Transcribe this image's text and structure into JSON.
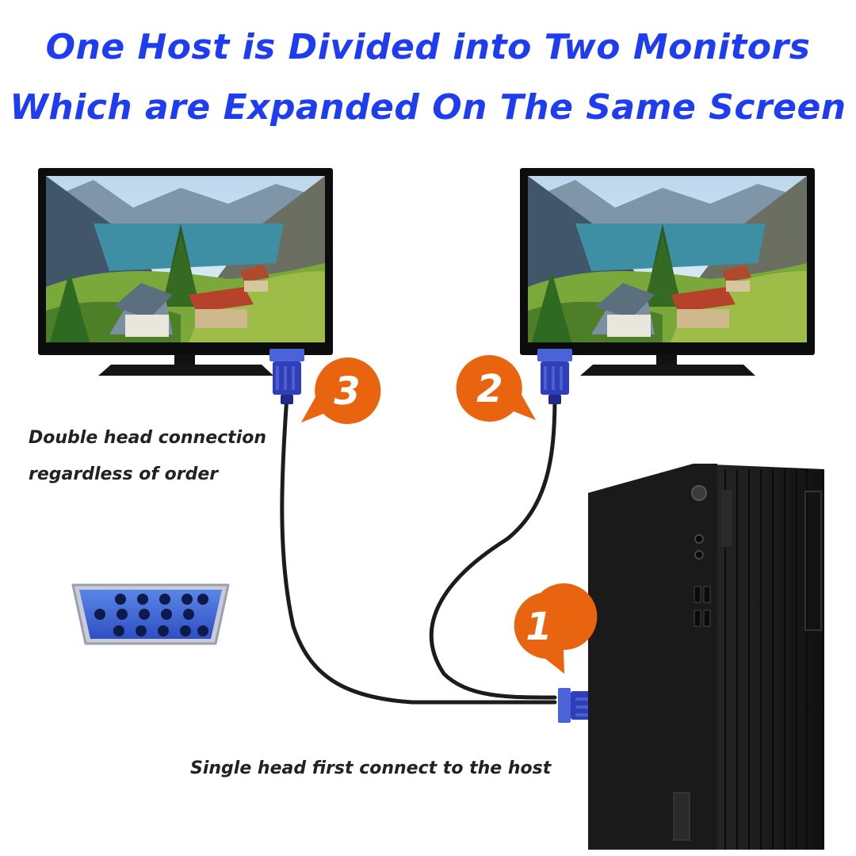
{
  "title": {
    "line1": "One Host is Divided into Two Monitors",
    "line2": "Which are Expanded On The Same Screen"
  },
  "captions": {
    "double_head": "Double head connection",
    "order": "regardless of order",
    "single_head": "Single head first connect to the host"
  },
  "badges": {
    "host": "1",
    "monitor_right": "2",
    "monitor_left": "3"
  },
  "colors": {
    "title": "#1e3cf0",
    "badge": "#e8640e",
    "vga_blue": "#2f3fb8"
  },
  "icons": {
    "monitor_left": "monitor-icon",
    "monitor_right": "monitor-icon",
    "vga_port": "vga-port-icon",
    "host": "desktop-tower-icon"
  }
}
